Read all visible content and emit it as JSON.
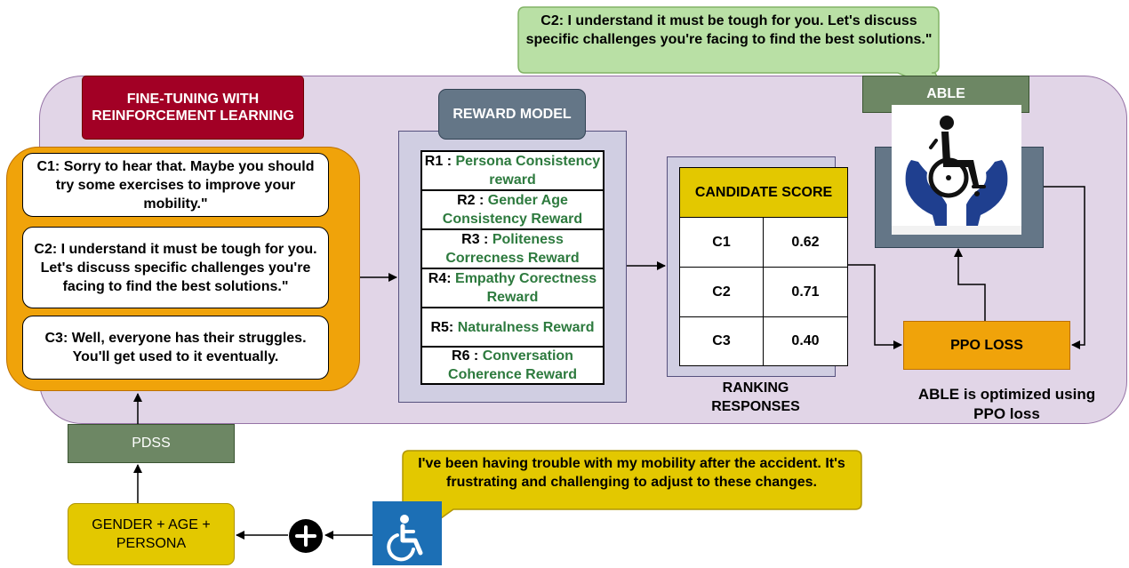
{
  "fine_tuning_label": "FINE-TUNING WITH REINFORCEMENT LEARNING",
  "candidates": [
    {
      "text": "C1: Sorry to hear that. Maybe you should try some exercises to improve your mobility.\""
    },
    {
      "text": "C2: I understand it must be tough for you. Let's discuss specific challenges you're facing to find the best solutions.\""
    },
    {
      "text": "C3: Well, everyone has their struggles. You'll get used to it eventually."
    }
  ],
  "reward_model": {
    "title": "REWARD MODEL",
    "rewards": [
      {
        "id": "R1 : ",
        "name": "Persona Consistency reward"
      },
      {
        "id": "R2 : ",
        "name": "Gender Age Consistency Reward"
      },
      {
        "id": "R3 : ",
        "name": "Politeness Correcness Reward"
      },
      {
        "id": "R4: ",
        "name": "Empathy Corectness Reward"
      },
      {
        "id": "R5: ",
        "name": "Naturalness Reward"
      },
      {
        "id": "R6 : ",
        "name": "Conversation Coherence Reward"
      }
    ]
  },
  "candidate_score": {
    "header": "CANDIDATE SCORE",
    "rows": [
      {
        "candidate": "C1",
        "score": "0.62"
      },
      {
        "candidate": "C2",
        "score": "0.71"
      },
      {
        "candidate": "C3",
        "score": "0.40"
      }
    ]
  },
  "ranking_label": "RANKING RESPONSES",
  "able_label": "ABLE",
  "ppo_loss_label": "PPO LOSS",
  "ppo_caption": "ABLE is  optimized using PPO loss",
  "selected_response": "C2: I understand it must be tough for you. Let's discuss specific challenges you're facing to find the best solutions.\"",
  "pdss_label": "PDSS",
  "gender_age_persona_label": "GENDER + AGE + PERSONA",
  "user_utterance": "I've been having trouble with my mobility after the accident. It's frustrating and challenging to adjust to these changes.",
  "colors": {
    "region_fill": "#e1d5e7",
    "fine_tuning_fill": "#a20025",
    "candidate_panel": "#f0a30a",
    "reward_model_fill": "#647687",
    "reward_name_text": "#2d7a3e",
    "score_header": "#e3c800",
    "able_fill": "#6d8764",
    "callout_green": "#b9e0a5",
    "callout_yellow": "#e3c800",
    "user_icon": "#1c6fb5"
  },
  "icons": {
    "able_image": "wheelchair-care-hands-icon",
    "user": "wheelchair-accessibility-icon",
    "combine": "plus-circle-icon"
  }
}
